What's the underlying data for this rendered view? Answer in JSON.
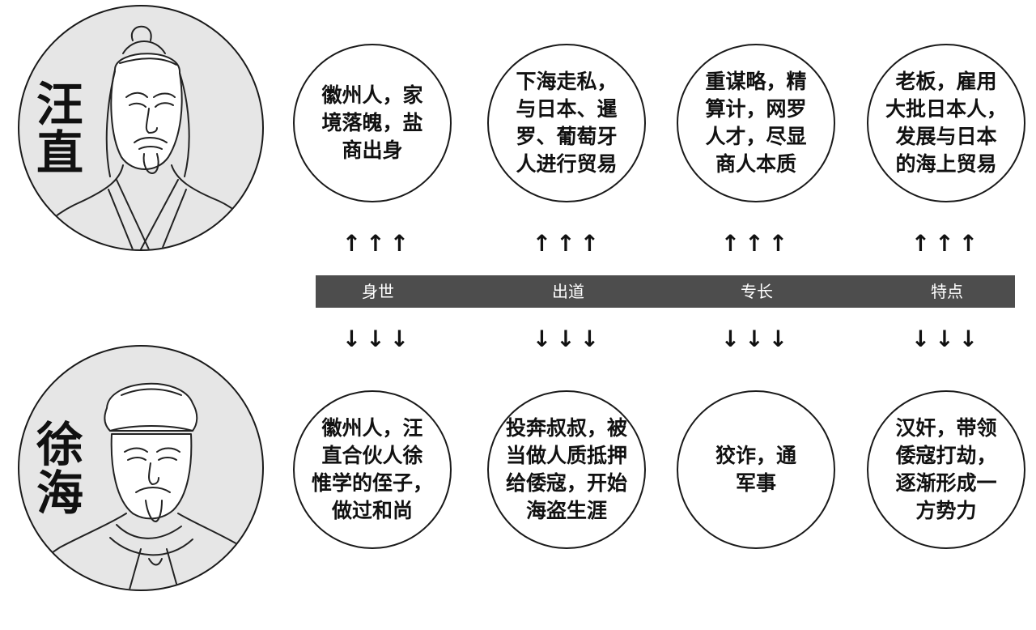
{
  "people": [
    {
      "name": "汪直",
      "traits": [
        "徽州人，家\n境落魄，盐\n商出身",
        "下海走私，\n与日本、暹\n罗、葡萄牙\n人进行贸易",
        "重谋略，精\n算计，网罗\n人才，尽显\n商人本质",
        "老板，雇用\n大批日本人，\n发展与日本\n的海上贸易"
      ]
    },
    {
      "name": "徐海",
      "traits": [
        "徽州人，汪\n直合伙人徐\n惟学的侄子，\n做过和尚",
        "投奔叔叔，被\n当做人质抵押\n给倭寇，开始\n海盗生涯",
        "狡诈，通\n军事",
        "汉奸，带领\n倭寇打劫，\n逐渐形成一\n方势力"
      ]
    }
  ],
  "categories": [
    "身世",
    "出道",
    "专长",
    "特点"
  ],
  "arrows": {
    "up": "↑↑↑",
    "down": "↓↓↓"
  }
}
